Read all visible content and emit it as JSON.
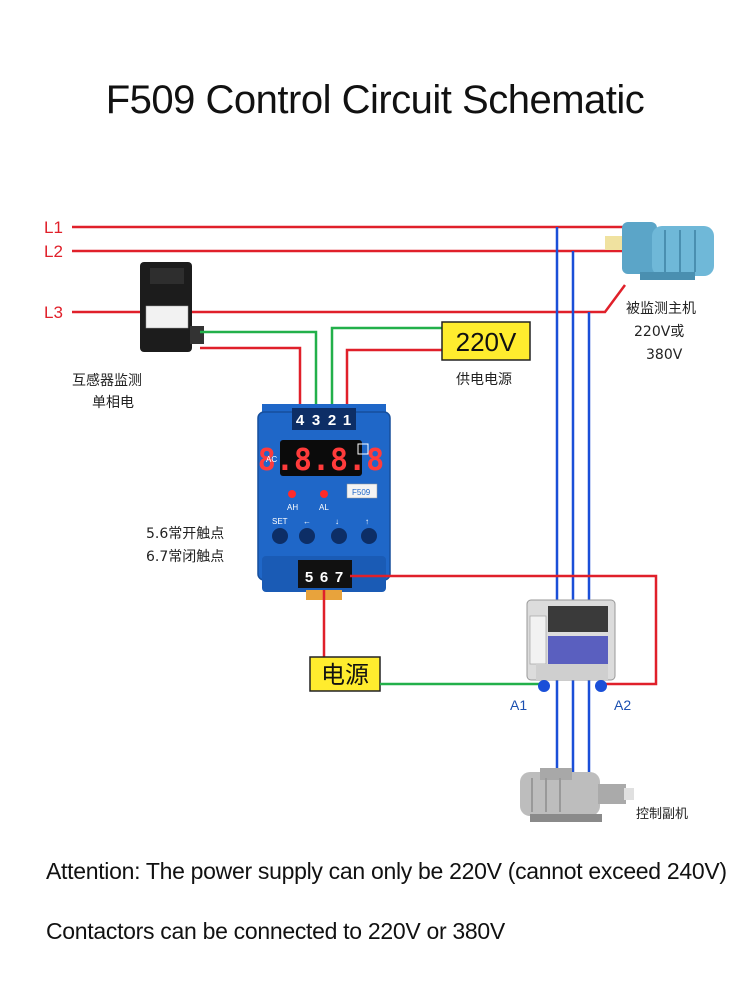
{
  "title": "F509 Control Circuit Schematic",
  "lines": {
    "l1": "L1",
    "l2": "L2",
    "l3": "L3"
  },
  "ct_label": {
    "line1": "互感器监测",
    "line2": "单相电"
  },
  "supply_box": "220V",
  "supply_label": "供电电源",
  "main_motor_label": {
    "line1": "被监测主机",
    "line2": "220V或",
    "line3": "380V"
  },
  "contacts_label": {
    "line1": "5.6常开触点",
    "line2": "6.7常闭触点"
  },
  "device": {
    "top_terminals": [
      "4",
      "3",
      "2",
      "1"
    ],
    "display": "8.8.8.8",
    "ac_label": "AC",
    "leds": [
      "AH",
      "AL"
    ],
    "buttons": [
      "SET",
      "←",
      "↓",
      "↑"
    ],
    "bottom_terminals": [
      "5",
      "6",
      "7"
    ],
    "brand_label": "F509"
  },
  "psu_box": "电源",
  "coil_labels": {
    "a1": "A1",
    "a2": "A2"
  },
  "aux_motor_label": "控制副机",
  "notes": [
    "Attention: The power supply can only be 220V (cannot exceed 240V)",
    "Contactors can be connected to 220V or 380V"
  ],
  "colors": {
    "phase_red": "#e0202a",
    "blue": "#1a4fd8",
    "green": "#22b04a",
    "device_blue": "#1f67c8",
    "label_yellow": "#ffec2e"
  }
}
